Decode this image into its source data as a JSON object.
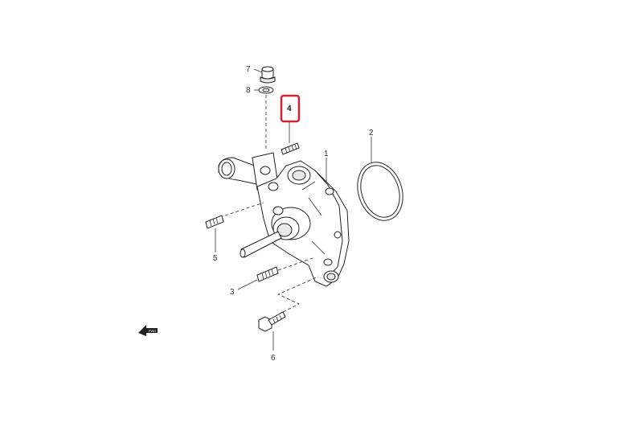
{
  "callouts": {
    "c1": "1",
    "c2": "2",
    "c3": "3",
    "c4": "4",
    "c5": "5",
    "c6": "6",
    "c7": "7",
    "c8": "8"
  },
  "highlight": {
    "callout": "4",
    "color": "#cc2233"
  },
  "front_arrow_label": "FWD"
}
